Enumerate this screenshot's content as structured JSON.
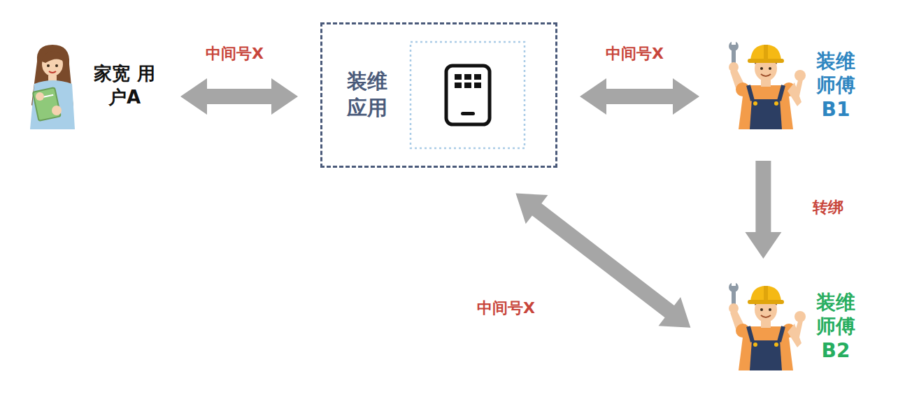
{
  "diagram": {
    "nodes": [
      {
        "text": [
          "家宽 用户A"
        ]
      },
      {
        "text": [
          "装维 应用"
        ]
      },
      {
        "text": [
          "装维 师傅 B1"
        ]
      },
      {
        "text": [
          "装维 师傅 B2"
        ]
      }
    ],
    "edges": [
      {
        "from": 0,
        "to": 1,
        "arrow": "both",
        "label": "中间号X"
      },
      {
        "from": 1,
        "to": 2,
        "arrow": "both",
        "label": "中间号X"
      },
      {
        "from": 2,
        "to": 3,
        "arrow": "to",
        "label": "转绑"
      },
      {
        "from": 1,
        "to": 3,
        "arrow": "both",
        "label": "中间号X"
      }
    ]
  }
}
